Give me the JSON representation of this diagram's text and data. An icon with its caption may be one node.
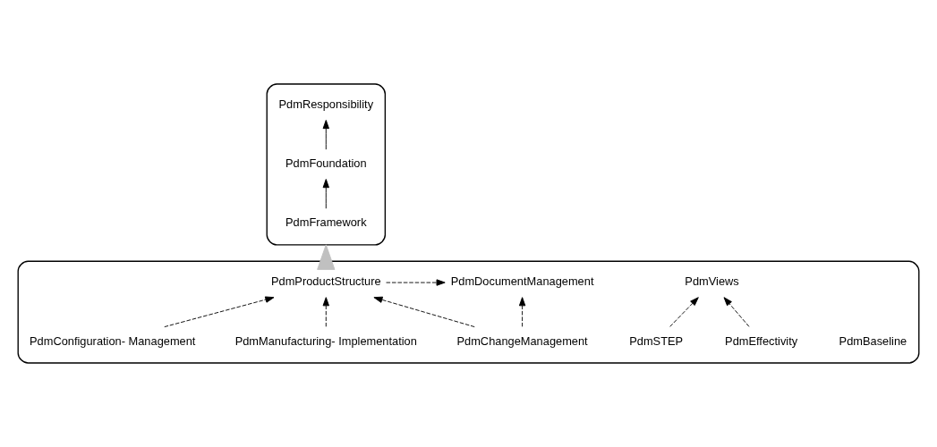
{
  "diagram": {
    "nodes": [
      {
        "text": [],
        "shape": "box"
      },
      {
        "text": [
          "PdmResponsibility"
        ],
        "in": 0
      },
      {
        "text": [
          "PdmFoundation"
        ],
        "in": 0
      },
      {
        "text": [
          "PdmFramework"
        ],
        "in": 0
      },
      {
        "text": [],
        "shape": "box"
      },
      {
        "text": [
          "PdmBaseline"
        ],
        "in": 4
      },
      {
        "text": [
          "PdmProductStructure"
        ],
        "in": 4
      },
      {
        "text": [
          "PdmViews"
        ],
        "in": 4
      },
      {
        "text": [
          "PdmDocumentManagement"
        ],
        "in": 4
      },
      {
        "text": [
          "PdmEffectivity"
        ],
        "in": 4
      },
      {
        "text": [
          "PdmSTEP"
        ],
        "in": 4
      },
      {
        "text": [
          "PdmChangeManagement"
        ],
        "in": 4
      },
      {
        "text": [
          "PdmManufacturing- Implementation"
        ],
        "in": 4
      },
      {
        "text": [
          "PdmConfiguration- Management"
        ],
        "in": 4
      }
    ],
    "edges": [
      {
        "from": 2,
        "to": 1,
        "arrow": "to"
      },
      {
        "from": 3,
        "to": 2,
        "arrow": "to"
      },
      {
        "from": 4,
        "to": 0,
        "arrow": "to",
        "style": "thick",
        "color": "#c0c0c0"
      },
      {
        "from": 6,
        "to": 8,
        "arrow": "to",
        "style": "dashed"
      },
      {
        "from": 11,
        "to": 8,
        "arrow": "to",
        "style": "dashed"
      },
      {
        "from": 11,
        "to": 6,
        "arrow": "to",
        "style": "dashed"
      },
      {
        "from": 12,
        "to": 6,
        "arrow": "to",
        "style": "dashed"
      },
      {
        "from": 13,
        "to": 6,
        "arrow": "to",
        "style": "dashed"
      },
      {
        "from": 9,
        "to": 7,
        "arrow": "to",
        "style": "dashed"
      },
      {
        "from": 10,
        "to": 7,
        "arrow": "to",
        "style": "dashed"
      }
    ]
  }
}
